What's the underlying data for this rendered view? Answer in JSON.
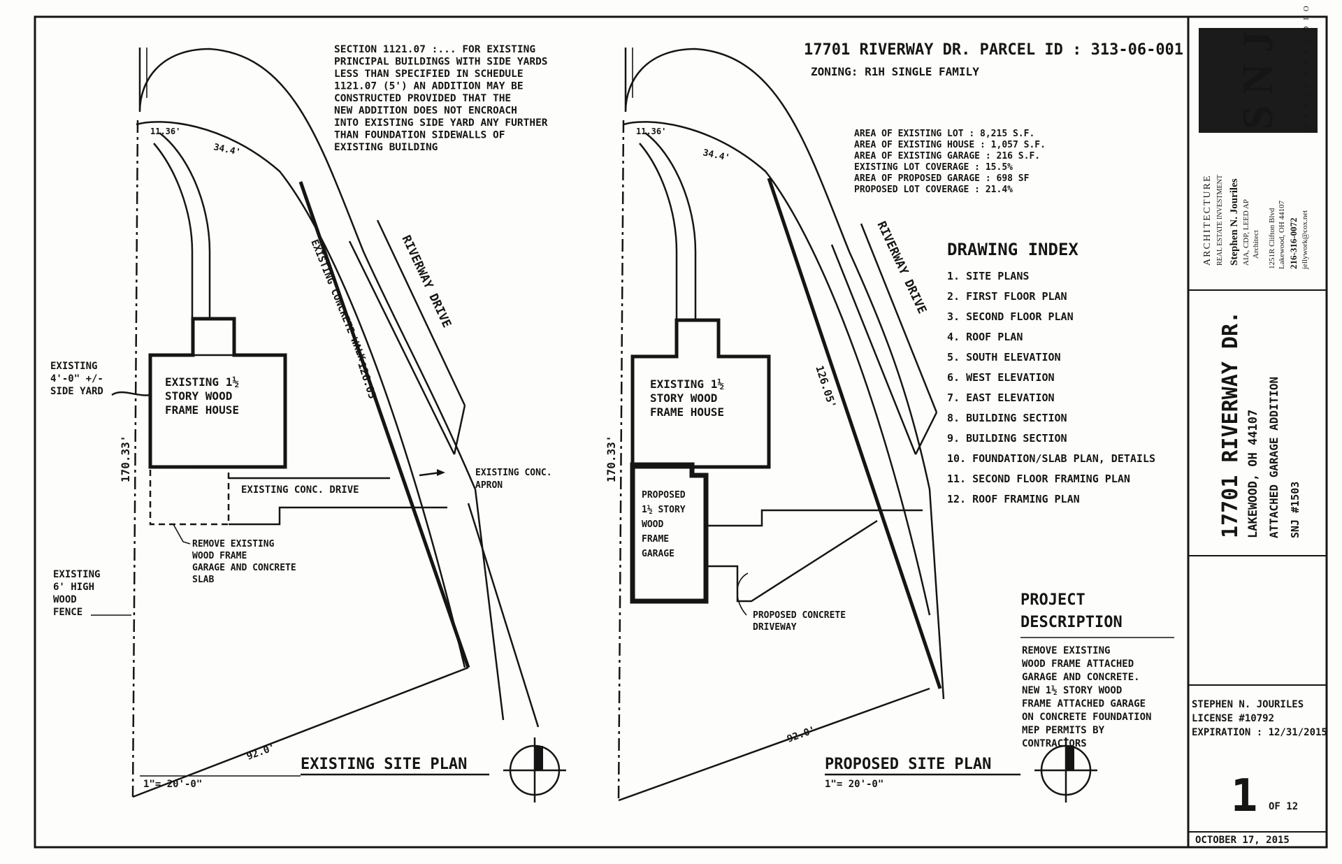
{
  "existing": {
    "section_note": [
      "SECTION 1121.07 :... FOR EXISTING",
      "PRINCIPAL BUILDINGS WITH SIDE YARDS",
      "LESS THAN SPECIFIED IN SCHEDULE",
      "1121.07 (5') AN ADDITION MAY BE",
      "CONSTRUCTED PROVIDED THAT THE",
      "NEW ADDITION DOES NOT ENCROACH",
      "INTO EXISTING SIDE YARD ANY FURTHER",
      "THAN FOUNDATION SIDEWALLS OF",
      "EXISTING BUILDING"
    ],
    "dim_corner": "11.36'",
    "dim_arc": "34.4'",
    "dim_walk": "126.05'",
    "dim_side": "170.33'",
    "dim_bottom": "92.0'",
    "walk_label": "EXISTING CONCRETE WALK",
    "street_label": "RIVERWAY DRIVE",
    "house_label": [
      "EXISTING 1½",
      "STORY WOOD",
      "FRAME HOUSE"
    ],
    "side_yard_label": [
      "EXISTING",
      "4'-0\" +/-",
      "SIDE YARD"
    ],
    "drive_label": "EXISTING CONC. DRIVE",
    "apron_label": [
      "EXISTING CONC.",
      "APRON"
    ],
    "remove_label": [
      "REMOVE EXISTING",
      "WOOD FRAME",
      "GARAGE AND CONCRETE",
      "SLAB"
    ],
    "fence_label": [
      "EXISTING",
      "6' HIGH",
      "WOOD",
      "FENCE"
    ],
    "title": "EXISTING SITE PLAN",
    "scale": "1\"= 20'-0\""
  },
  "proposed": {
    "address_line": "17701 RIVERWAY DR.  PARCEL ID : 313-06-001",
    "zoning": "ZONING: R1H SINGLE FAMILY",
    "areas": [
      "AREA OF EXISTING LOT : 8,215 S.F.",
      "AREA OF EXISTING HOUSE : 1,057 S.F.",
      "AREA OF EXISTING GARAGE : 216 S.F.",
      "EXISTING LOT COVERAGE :     15.5%",
      "AREA OF PROPOSED GARAGE : 698 SF",
      "PROPOSED LOT COVERAGE :     21.4%"
    ],
    "index_title": "DRAWING INDEX",
    "index_items": [
      "1. SITE PLANS",
      "2. FIRST FLOOR PLAN",
      "3. SECOND FLOOR PLAN",
      "4. ROOF PLAN",
      "5. SOUTH ELEVATION",
      "6. WEST ELEVATION",
      "7. EAST ELEVATION",
      "8. BUILDING SECTION",
      "9. BUILDING SECTION",
      "10. FOUNDATION/SLAB PLAN, DETAILS",
      "11. SECOND FLOOR FRAMING PLAN",
      "12. ROOF FRAMING PLAN"
    ],
    "dim_corner": "11.36'",
    "dim_arc": "34.4'",
    "dim_walk": "126.05'",
    "dim_side": "170.33'",
    "dim_bottom": "92.0'",
    "street_label": "RIVERWAY DRIVE",
    "house_label": [
      "EXISTING 1½",
      "STORY WOOD",
      "FRAME HOUSE"
    ],
    "garage_label": [
      "PROPOSED",
      "1½ STORY",
      "WOOD",
      "FRAME",
      "GARAGE"
    ],
    "driveway_label": [
      "PROPOSED CONCRETE",
      "DRIVEWAY"
    ],
    "project_title": [
      "PROJECT",
      "DESCRIPTION"
    ],
    "project_desc": [
      "REMOVE EXISTING",
      "WOOD FRAME ATTACHED",
      "GARAGE AND CONCRETE.",
      "NEW 1½ STORY WOOD",
      "FRAME ATTACHED GARAGE",
      "ON CONCRETE FOUNDATION",
      "MEP PERMITS BY",
      "CONTRACTORS"
    ],
    "title": "PROPOSED SITE PLAN",
    "scale": "1\"= 20'-0\""
  },
  "title_block": {
    "logo_letters": "S N J",
    "logo_side": "D E S I G N   S T U D I O",
    "firm_line1": "ARCHITECTURE",
    "firm_line2": "REAL ESTATE INVESTMENT",
    "architect": "Stephen N. Jouriles",
    "credentials": "AIA, CDP, LEED AP",
    "role": "Architect",
    "street": "1251R Clifton Blvd",
    "city": "Lakewood, OH 44107",
    "phone": "216-316-0072",
    "email": "jellywork@cox.net",
    "project_address": "17701 RIVERWAY DR.",
    "project_city": "LAKEWOOD, OH 44107",
    "project_desc": "ATTACHED GARAGE ADDITION",
    "project_no": "SNJ #1503",
    "license": [
      "STEPHEN N. JOURILES",
      "LICENSE #10792",
      "EXPIRATION : 12/31/2015"
    ],
    "sheet_number": "1",
    "sheet_of": "OF 12",
    "date": "OCTOBER 17, 2015"
  }
}
